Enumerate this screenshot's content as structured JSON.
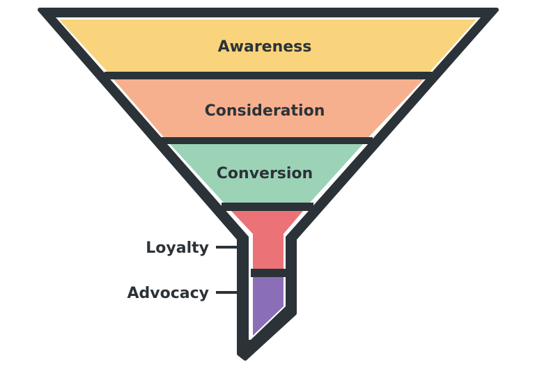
{
  "diagram": {
    "type": "marketing-funnel",
    "outline_color": "#2b3338",
    "stages": [
      {
        "label": "Awareness",
        "color": "#f9d47c",
        "label_position": "inside"
      },
      {
        "label": "Consideration",
        "color": "#f7b08e",
        "label_position": "inside"
      },
      {
        "label": "Conversion",
        "color": "#9cd3b6",
        "label_position": "inside"
      },
      {
        "label": "Loyalty",
        "color": "#eb7378",
        "label_position": "left"
      },
      {
        "label": "Advocacy",
        "color": "#8a6fb8",
        "label_position": "left"
      }
    ]
  }
}
